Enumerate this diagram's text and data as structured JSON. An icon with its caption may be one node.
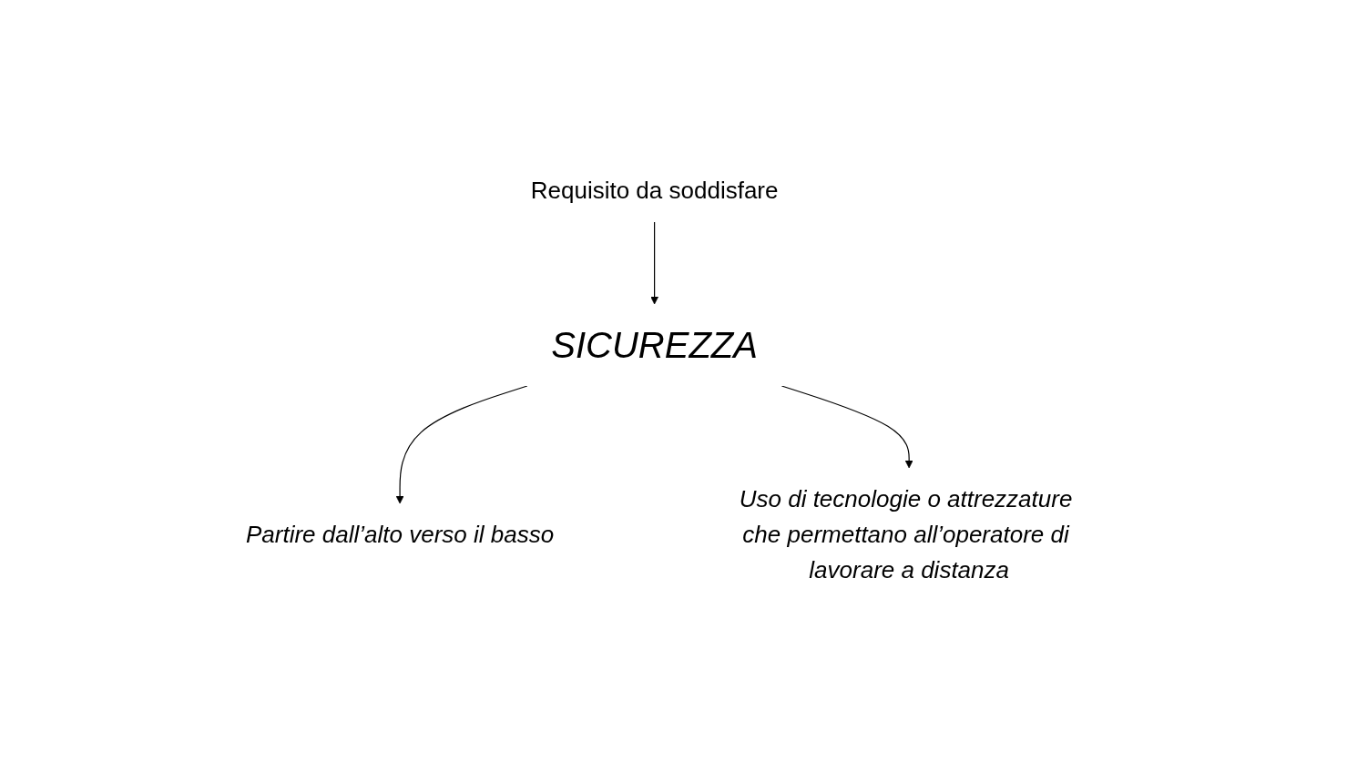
{
  "diagram": {
    "nodes": [
      {
        "text": [
          "Requisito da soddisfare"
        ]
      },
      {
        "text": [
          "SICUREZZA"
        ]
      },
      {
        "text": [
          "Partire dall’alto verso il basso"
        ]
      },
      {
        "text": [
          "Uso di tecnologie o attrezzature che permettano all’operatore di lavorare a distanza"
        ]
      }
    ],
    "edges": [
      {
        "from": 0,
        "to": 1,
        "arrow": "to"
      },
      {
        "from": 1,
        "to": 2,
        "arrow": "to"
      },
      {
        "from": 1,
        "to": 3,
        "arrow": "to"
      }
    ]
  }
}
